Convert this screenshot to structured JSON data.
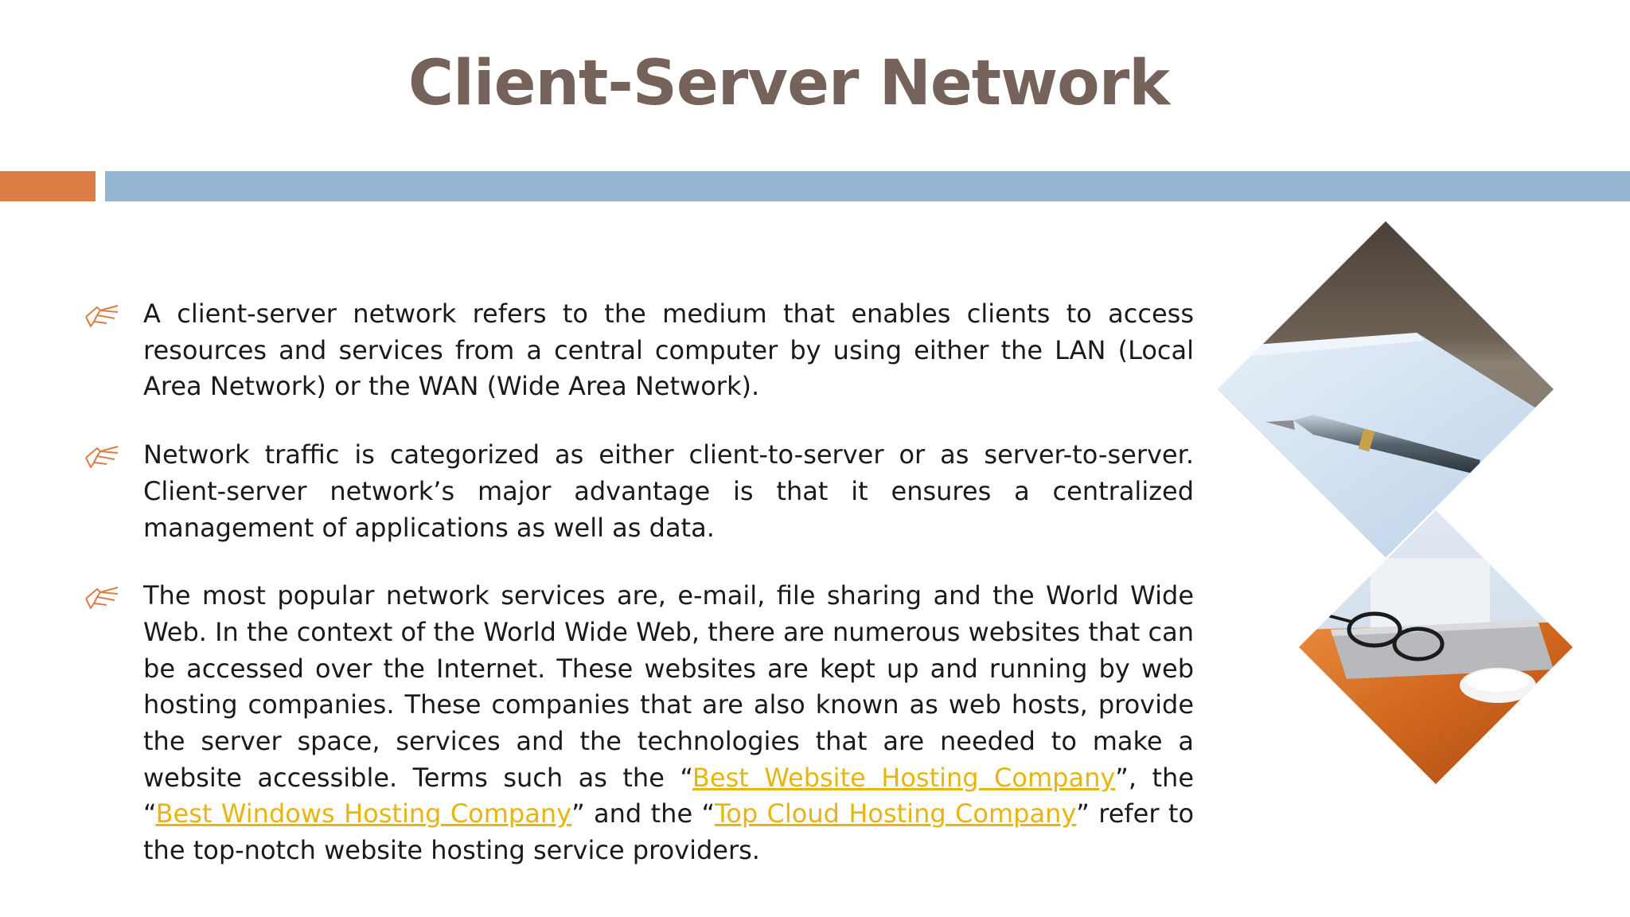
{
  "slide": {
    "title": "Client-Server Network",
    "colors": {
      "title": "#75625a",
      "accent_orange": "#dc7d46",
      "accent_blue": "#94b6d2",
      "link": "#e8b410",
      "bullet_icon": "#dc7d46"
    },
    "bullet_icon_name": "pointing-hand-icon",
    "bullets": [
      {
        "text": "A client-server network refers to the medium that enables clients to access resources and services from a central computer by using either the LAN (Local Area Network) or the WAN (Wide Area Network)."
      },
      {
        "text": "Network traffic is categorized as either client-to-server or as server-to-server. Client-server network’s major advantage is that it ensures a centralized management of applications as well as data."
      },
      {
        "part1": "The most popular network services are, e-mail, file sharing and the World Wide Web. In the context of the World Wide Web, there are numerous websites that can be accessed over the Internet. These websites are kept up and running by web hosting companies. These companies that are also known as web hosts, provide the server space, services and the technologies that are needed to make a website accessible. Terms such as the “",
        "link1": "Best Website Hosting Company",
        "part2": "”, the “",
        "link2": "Best Windows Hosting Company",
        "part3": "” and the “",
        "link3": "Top Cloud Hosting Company",
        "part4": "” refer to the top-notch website hosting service providers."
      }
    ]
  }
}
